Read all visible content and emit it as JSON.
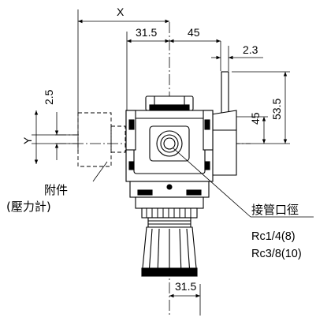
{
  "dimensions": {
    "x": "X",
    "top_offset": "31.5",
    "top_right": "45",
    "bracket": "2.3",
    "right_short": "45",
    "right_long": "53.5",
    "left_small": "2.5",
    "y": "Y",
    "bottom": "31.5"
  },
  "labels": {
    "accessory_line1": "附件",
    "accessory_line2": "(壓力計)",
    "port_title": "接管口徑",
    "port_size_1": "Rc1/4(8)",
    "port_size_2": "Rc3/8(10)"
  }
}
